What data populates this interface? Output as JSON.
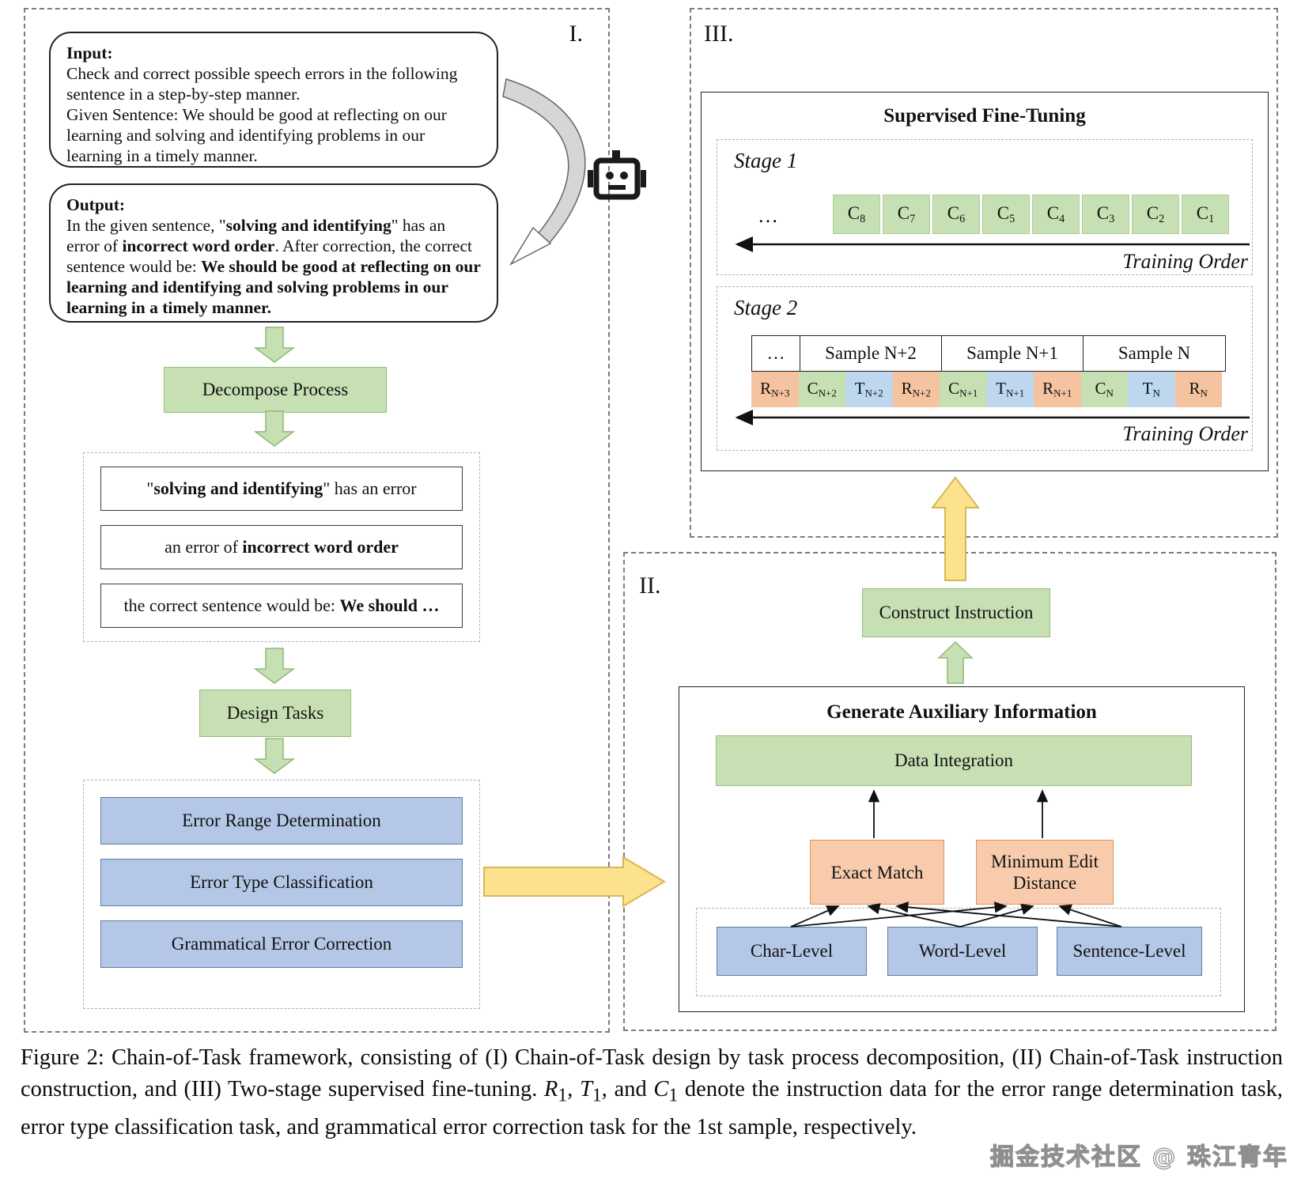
{
  "colors": {
    "green_fill": "#c6e0b4",
    "green_border": "#94be79",
    "blue_fill": "#b4c7e7",
    "blue_border": "#5a7ca6",
    "orange_fill": "#f8cbad",
    "orange_border": "#dd9459",
    "yellow_fill": "#fce28c",
    "yellow_border": "#d9b650",
    "stage_t_blue": "#bdd7ee",
    "stage_r_orange": "#f6c3a0"
  },
  "panels": {
    "p1_label": "I.",
    "p2_label": "II.",
    "p3_label": "III."
  },
  "input_box": {
    "title": "Input:",
    "line1": "Check and correct possible speech errors in the following sentence in a step-by-step manner.",
    "line2": "Given Sentence: We should be good at reflecting on our learning and solving and identifying problems in our learning in a timely manner."
  },
  "output_box": {
    "title": "Output:",
    "seg1": "In the given sentence, \"",
    "seg2": "solving and identifying",
    "seg3": "\" has an error of ",
    "seg4": "incorrect word order",
    "seg5": ". After correction, the correct sentence would be: ",
    "seg6": "We should be good at reflecting on our learning and identifying and solving problems in our learning in a timely manner."
  },
  "flow": {
    "decompose": "Decompose Process",
    "design": "Design Tasks"
  },
  "decomposed": {
    "b1_pre": "\"",
    "b1_bold": "solving and identifying",
    "b1_post": "\" has an error",
    "b2_pre": "an error of ",
    "b2_bold": "incorrect word order",
    "b3_pre": "the correct sentence would be: ",
    "b3_bold": "We should …"
  },
  "tasks": [
    "Error Range Determination",
    "Error Type Classification",
    "Grammatical Error Correction"
  ],
  "sft": {
    "title": "Supervised Fine-Tuning",
    "stage1_label": "Stage 1",
    "stage2_label": "Stage 2",
    "ellipsis1": "…",
    "ellipsis2": "…",
    "training_order1": "Training Order",
    "training_order2": "Training Order",
    "stage1_cells": [
      {
        "b": "C",
        "s": "8"
      },
      {
        "b": "C",
        "s": "7"
      },
      {
        "b": "C",
        "s": "6"
      },
      {
        "b": "C",
        "s": "5"
      },
      {
        "b": "C",
        "s": "4"
      },
      {
        "b": "C",
        "s": "3"
      },
      {
        "b": "C",
        "s": "2"
      },
      {
        "b": "C",
        "s": "1"
      }
    ],
    "stage2_header": [
      "…",
      "Sample N+2",
      "Sample N+1",
      "Sample N"
    ],
    "stage2_cells": [
      {
        "b": "R",
        "s": "N+3"
      },
      {
        "b": "C",
        "s": "N+2"
      },
      {
        "b": "T",
        "s": "N+2"
      },
      {
        "b": "R",
        "s": "N+2"
      },
      {
        "b": "C",
        "s": "N+1"
      },
      {
        "b": "T",
        "s": "N+1"
      },
      {
        "b": "R",
        "s": "N+1"
      },
      {
        "b": "C",
        "s": "N"
      },
      {
        "b": "T",
        "s": "N"
      },
      {
        "b": "R",
        "s": "N"
      }
    ]
  },
  "construction": {
    "construct": "Construct Instruction",
    "gai_title": "Generate Auxiliary Information",
    "data_integration": "Data Integration",
    "exact_match": "Exact Match",
    "med_line1": "Minimum Edit",
    "med_line2": "Distance",
    "levels": [
      "Char-Level",
      "Word-Level",
      "Sentence-Level"
    ]
  },
  "caption": {
    "seg1": "Figure 2: Chain-of-Task framework, consisting of (I) Chain-of-Task design by task process decomposition, (II) Chain-of-Task instruction construction, and (III) Two-stage supervised fine-tuning.  ",
    "m1": "R",
    "m1s": "1",
    "c1": ", ",
    "m2": "T",
    "m2s": "1",
    "c2": ", and ",
    "m3": "C",
    "m3s": "1",
    "seg2": " denote the instruction data for the error range determination task, error type classification task, and grammatical error correction task for the 1st sample, respectively."
  },
  "watermark": "掘金技术社区 @ 珠江青年"
}
